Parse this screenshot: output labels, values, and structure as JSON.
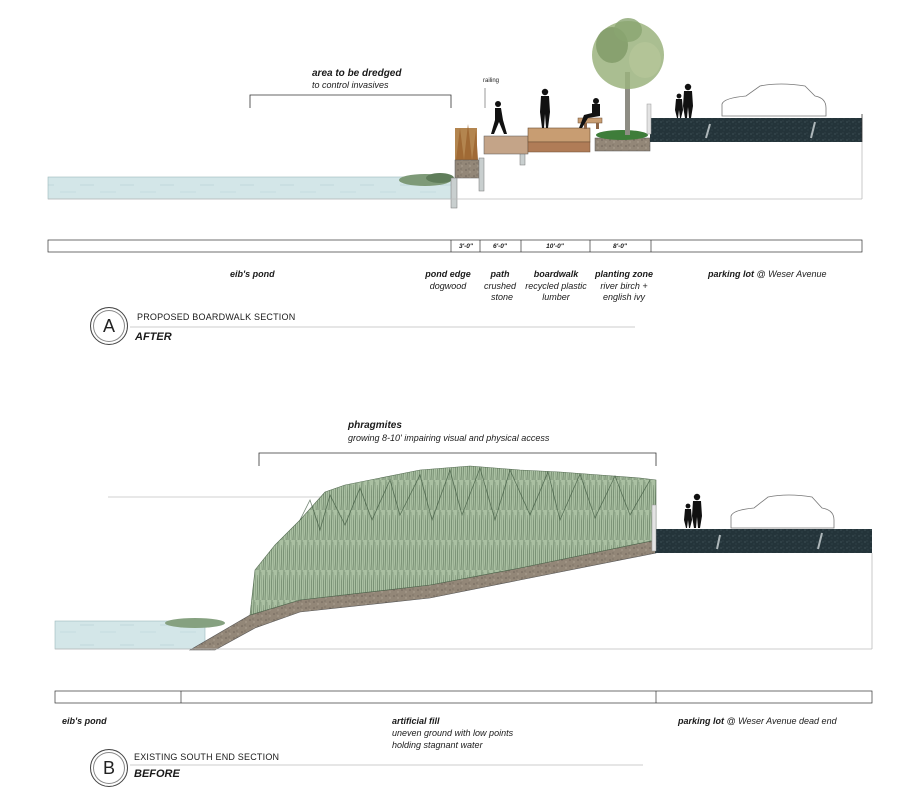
{
  "section_a": {
    "letter": "A",
    "title": "PROPOSED BOARDWALK SECTION",
    "state": "AFTER",
    "dredge_title": "area to be dredged",
    "dredge_sub": "to control invasives",
    "railing": "railing",
    "dims": [
      "3'-0\"",
      "6'-0\"",
      "10'-0\"",
      "8'-0\""
    ],
    "pond": "eib's pond",
    "pond_edge": "pond edge",
    "pond_edge_sub": "dogwood",
    "path": "path",
    "path_sub1": "crushed",
    "path_sub2": "stone",
    "boardwalk": "boardwalk",
    "boardwalk_sub1": "recycled plastic",
    "boardwalk_sub2": "lumber",
    "planting": "planting zone",
    "planting_sub1": "river birch +",
    "planting_sub2": "english ivy",
    "parking": "parking lot",
    "parking_sub": "@ Weser Avenue"
  },
  "section_b": {
    "letter": "B",
    "title": "EXISTING SOUTH END SECTION",
    "state": "BEFORE",
    "phrag_title": "phragmites",
    "phrag_sub": "growing 8-10' impairing visual and physical access",
    "pond": "eib's pond",
    "fill": "artificial fill",
    "fill_sub1": "uneven ground with low points",
    "fill_sub2": "holding stagnant water",
    "parking": "parking lot",
    "parking_sub": "@ Weser Avenue dead end"
  },
  "colors": {
    "water": "#cfe3e6",
    "asphalt": "#23333a",
    "soil": "#8a7e70",
    "reeds": "#8fa98a",
    "wood": "#c8a07a"
  }
}
